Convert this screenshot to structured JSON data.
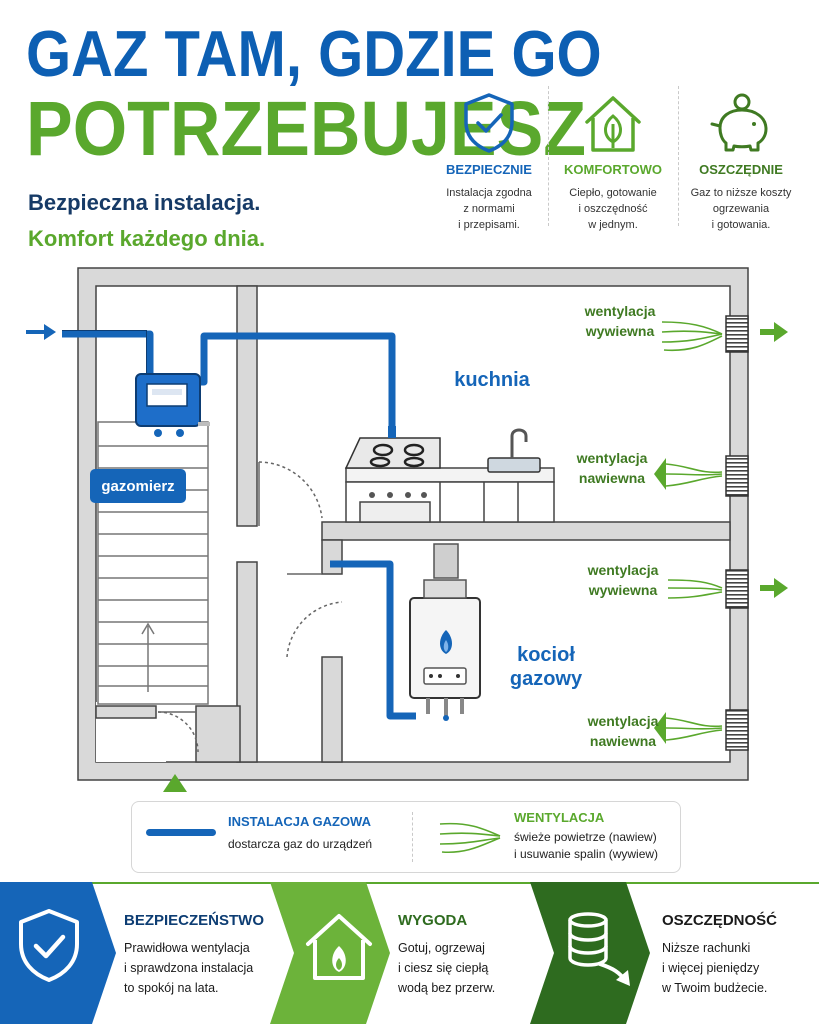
{
  "header": {
    "title_line1": "GAZ TAM, GDZIE GO",
    "title_line2": "POTRZEBUJESZ",
    "subtitle_line1": "Bezpieczna instalacja.",
    "subtitle_line2": "Komfort każdego dnia."
  },
  "features": [
    {
      "icon": "shield-check-icon",
      "label": "BEZPIECZNIE",
      "desc": [
        "Instalacja zgodna",
        "z normami",
        "i przepisami."
      ],
      "color": "#1565b8"
    },
    {
      "icon": "house-leaf-icon",
      "label": "KOMFORTOWO",
      "desc": [
        "Ciepło, gotowanie",
        "i oszczędność",
        "w jednym."
      ],
      "color": "#5aa82d"
    },
    {
      "icon": "piggy-bank-icon",
      "label": "OSZCZĘDNIE",
      "desc": [
        "Gaz to niższe koszty",
        "ogrzewania",
        "i gotowania."
      ],
      "color": "#3f7a22"
    }
  ],
  "diagram": {
    "meter_label": "gazomierz",
    "kitchen_label": "kuchnia",
    "boiler_label_line1": "kocioł",
    "boiler_label_line2": "gazowy",
    "vents": [
      {
        "line1": "wentylacja",
        "line2": "wywiewna"
      },
      {
        "line1": "wentylacja",
        "line2": "nawiewna"
      },
      {
        "line1": "wentylacja",
        "line2": "wywiewna"
      },
      {
        "line1": "wentylacja",
        "line2": "nawiewna"
      }
    ]
  },
  "legend": {
    "gas_title": "INSTALACJA GAZOWA",
    "gas_text": "dostarcza gaz do urządzeń",
    "vent_title": "WENTYLACJA",
    "vent_text_line1": "świeże powietrze (nawiew)",
    "vent_text_line2": "i usuwanie spalin (wywiew)"
  },
  "bottom": [
    {
      "icon": "shield-check-icon",
      "title": "BEZPIECZEŃSTWO",
      "lines": [
        "Prawidłowa wentylacja",
        "i sprawdzona instalacja",
        "to spokój na lata."
      ]
    },
    {
      "icon": "house-flame-icon",
      "title": "WYGODA",
      "lines": [
        "Gotuj, ogrzewaj",
        "i ciesz się ciepłą",
        "wodą bez przerw."
      ]
    },
    {
      "icon": "coins-arrow-icon",
      "title": "OSZCZĘDNOŚĆ",
      "lines": [
        "Niższe rachunki",
        "i więcej pieniędzy",
        "w Twoim budżecie."
      ]
    }
  ],
  "colors": {
    "blue": "#1565b8",
    "navy": "#0d3d73",
    "green": "#5aa82d",
    "dark_green": "#2e6b1f",
    "wall": "#d9d9d9"
  }
}
